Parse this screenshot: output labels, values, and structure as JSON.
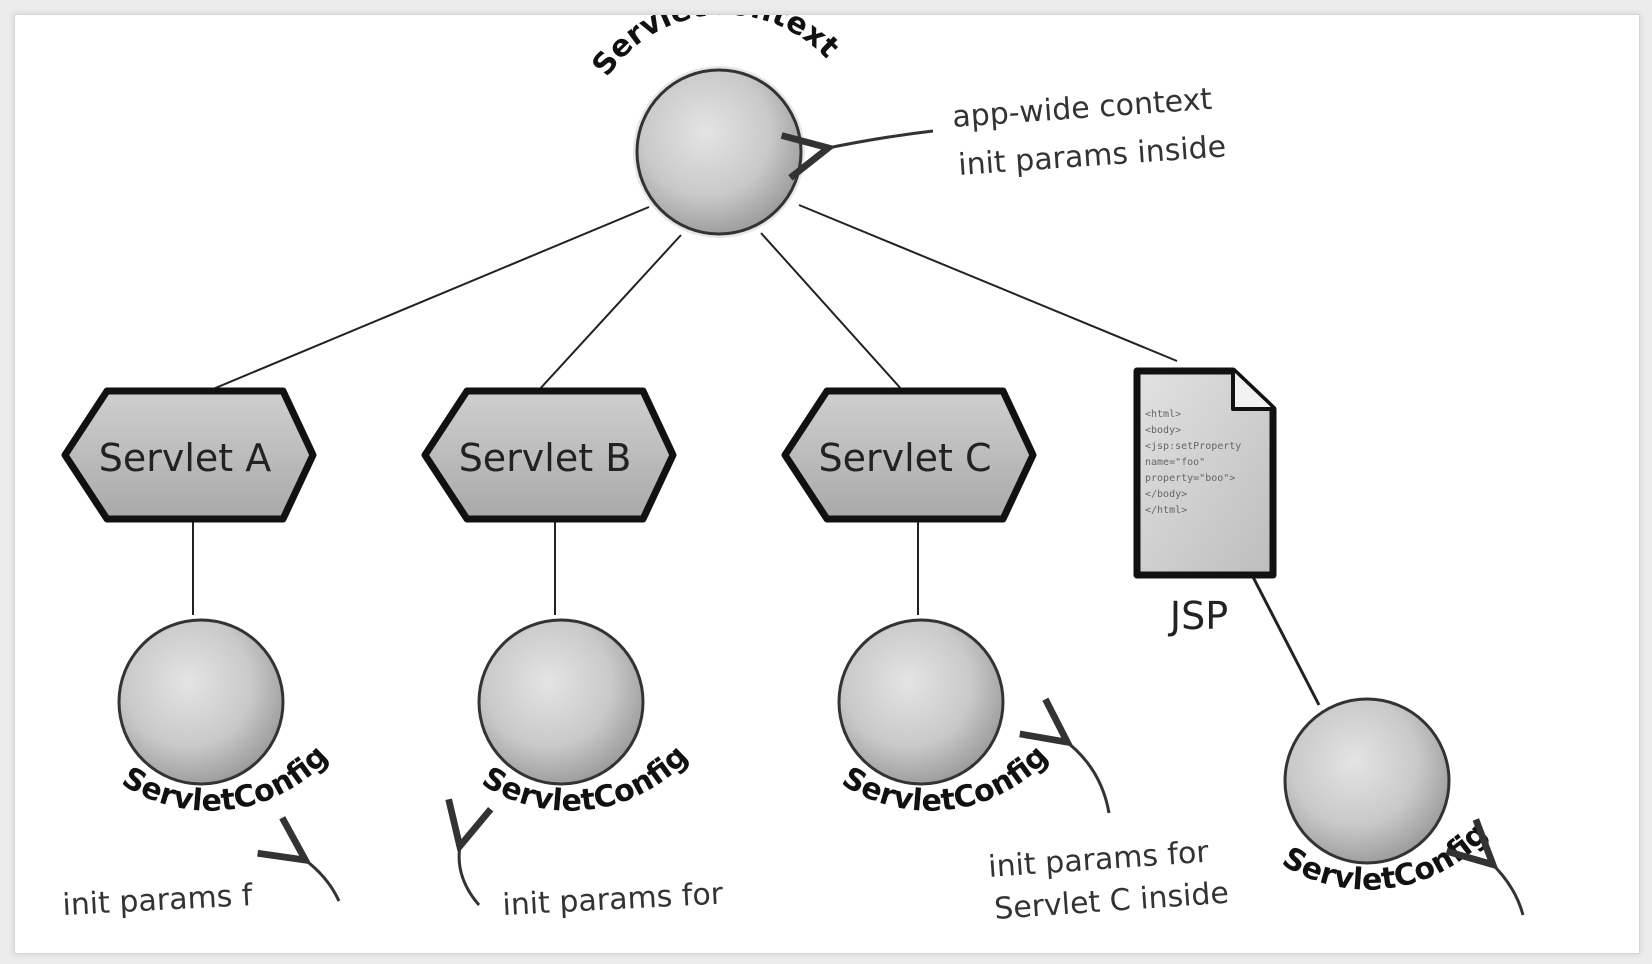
{
  "root": {
    "label": "ServletContext",
    "note_line1": "app-wide context",
    "note_line2": "init params inside"
  },
  "servlets": [
    {
      "label": "Servlet A",
      "config_label": "ServletConfig"
    },
    {
      "label": "Servlet B",
      "config_label": "ServletConfig"
    },
    {
      "label": "Servlet C",
      "config_label": "ServletConfig"
    }
  ],
  "jsp": {
    "label": "JSP",
    "config_label": "ServletConfig",
    "code_lines": [
      "<html>",
      "<body>",
      "<jsp:setProperty",
      "name=\"foo\"",
      "property=\"boo\">",
      "</body>",
      "</html>"
    ]
  },
  "notes": {
    "servlet_a": "init params f",
    "servlet_b": "init params for",
    "servlet_c_line1": "init params for",
    "servlet_c_line2": "Servlet C inside"
  }
}
